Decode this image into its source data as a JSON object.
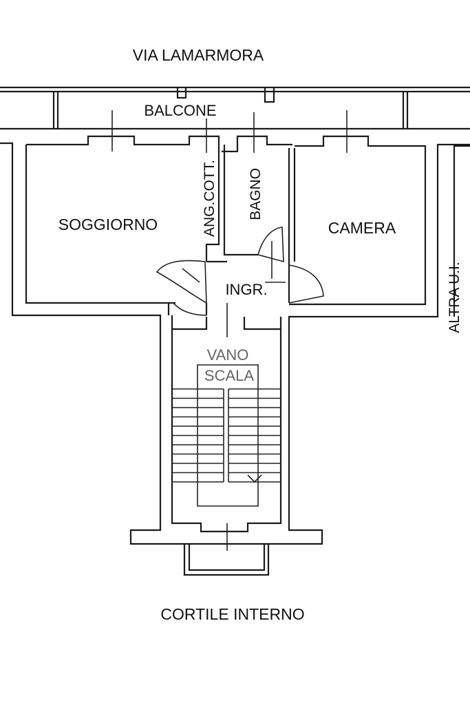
{
  "plan": {
    "street_label": "VIA LAMARMORA",
    "courtyard_label": "CORTILE INTERNO",
    "neighbor_label": "ALTRA U.I.",
    "rooms": {
      "balcone": "BALCONE",
      "soggiorno": "SOGGIORNO",
      "angolo_cottura": "ANG.COTT.",
      "bagno": "BAGNO",
      "camera": "CAMERA",
      "ingresso": "INGR.",
      "vano_scala_1": "VANO",
      "vano_scala_2": "SCALA"
    },
    "colors": {
      "ink": "#1a1a1a",
      "stair_label": "#666666",
      "background": "#ffffff"
    }
  }
}
